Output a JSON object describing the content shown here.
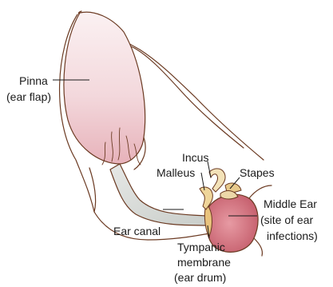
{
  "labels": {
    "pinna": {
      "line1": "Pinna",
      "line2": "(ear flap)"
    },
    "incus": "Incus",
    "malleus": "Malleus",
    "stapes": "Stapes",
    "middle_ear": {
      "line1": "Middle Ear",
      "line2": "(site of ear",
      "line3": "infections)"
    },
    "ear_canal": "Ear canal",
    "tympanic": {
      "line1": "Tympanic",
      "line2": "membrane",
      "line3": "(ear drum)"
    }
  },
  "colors": {
    "outline": "#6b3a22",
    "pinna_fill": "#f4dde0",
    "canal_fill": "#d8dcd8",
    "middle_ear_fill": "#d77a86",
    "tympanic_fill": "#e9c37d",
    "text": "#1a1a1a"
  }
}
